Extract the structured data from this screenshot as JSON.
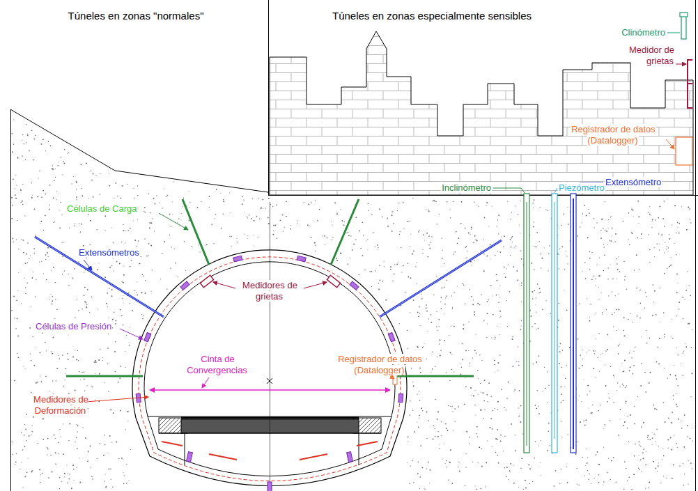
{
  "diagram": {
    "labels": [
      "Túneles en zonas \"normales\"",
      "Túneles en zonas especialmente sensibles",
      "Clinómetro",
      "Medidor de grietas",
      "Registrador de datos (Datalogger)",
      "Inclinómetro",
      "Piezómetro",
      "Extensómetro",
      "Células de Carga",
      "Extensómetros",
      "Medidores de grietas",
      "Células de Presión",
      "Cinta de Convergencias",
      "Registrador de datos (Datalogger)",
      "Medidores de Deformación"
    ]
  }
}
